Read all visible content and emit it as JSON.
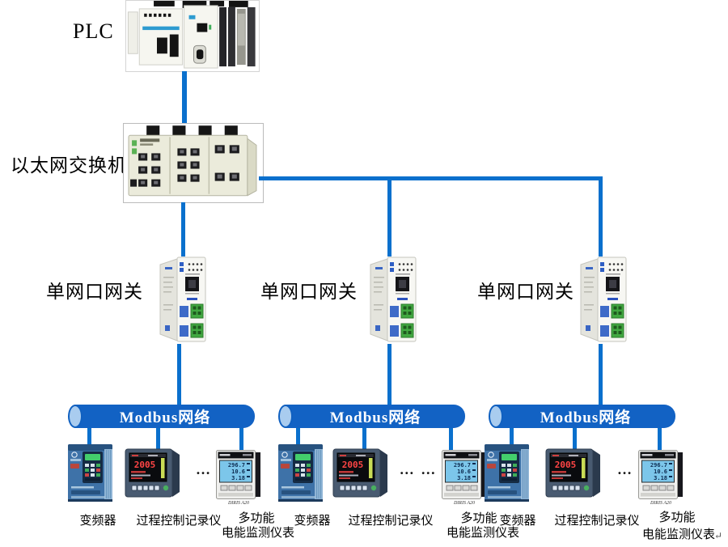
{
  "colors": {
    "connector_blue": "#0A70CD",
    "bus_fill": "#1262C4",
    "bus_cap": "#A9CCEF"
  },
  "plc": {
    "label": "PLC"
  },
  "ethernet_switch": {
    "label": "以太网交换机"
  },
  "gateways": [
    {
      "label": "单网口网关"
    },
    {
      "label": "单网口网关"
    },
    {
      "label": "单网口网关"
    }
  ],
  "groups": [
    {
      "bus_label": "Modbus网络",
      "dots": "…",
      "inverter": {
        "label": "变频器"
      },
      "recorder": {
        "label": "过程控制记录仪",
        "display": "2005"
      },
      "meter": {
        "label_line1": "多功能",
        "label_line2": "电能监测仪表",
        "caption": "DIRIS A20",
        "display_rows": [
          "296.7",
          "10.6",
          "3.18"
        ]
      }
    },
    {
      "bus_label": "Modbus网络",
      "dots": "… …",
      "inverter": {
        "label": "变频器"
      },
      "recorder": {
        "label": "过程控制记录仪",
        "display": "2005"
      },
      "meter": {
        "label_line1": "多功能",
        "label_line2": "电能监测仪表",
        "caption": "DIRIS A20",
        "display_rows": [
          "296.7",
          "10.6",
          "3.18"
        ]
      }
    },
    {
      "bus_label": "Modbus网络",
      "dots": "…",
      "inverter": {
        "label": "变频器"
      },
      "recorder": {
        "label": "过程控制记录仪",
        "display": "2005"
      },
      "meter": {
        "label_line1": "多功能",
        "label_line2": "电能监测仪表",
        "caption": "DIRIS A20",
        "display_rows": [
          "296.7",
          "10.6",
          "3.18"
        ]
      }
    }
  ],
  "footer": {
    "return_mark": "↵"
  }
}
